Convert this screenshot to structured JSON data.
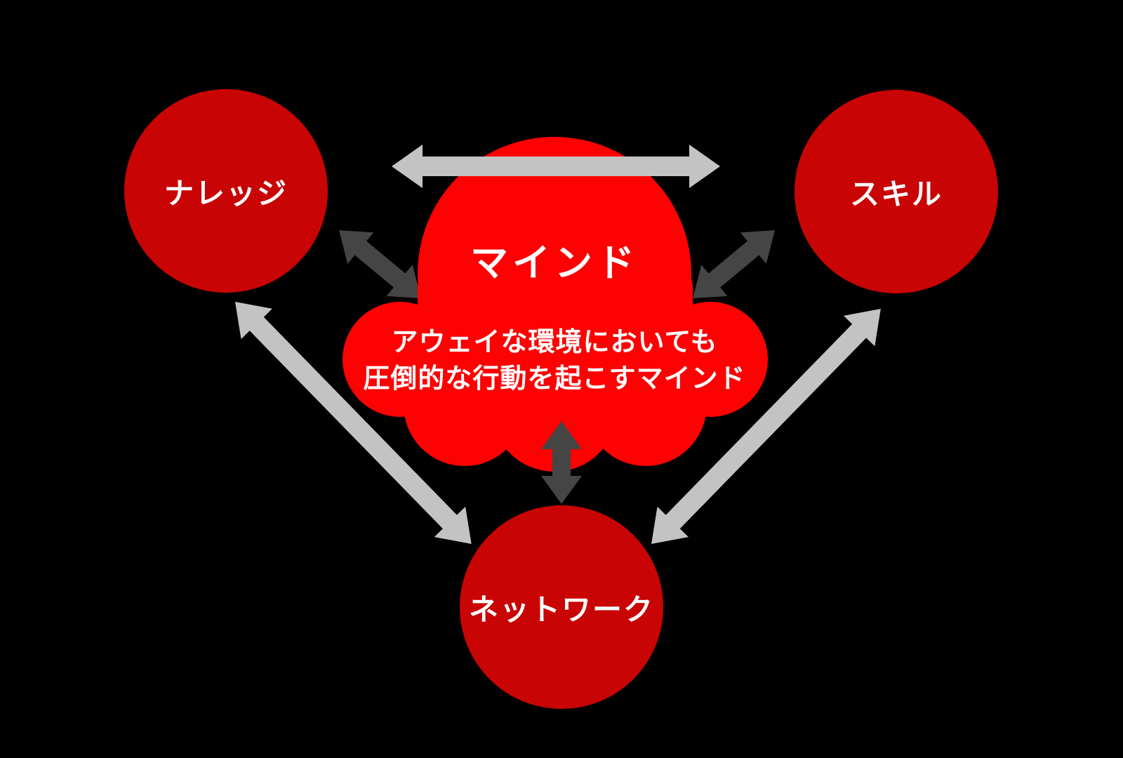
{
  "diagram": {
    "type": "relationship-diagram",
    "background_color": "#000000",
    "nodes": {
      "knowledge": {
        "label": "ナレッジ",
        "shape": "circle",
        "fill": "#c80404",
        "text_color": "#ffffff"
      },
      "skill": {
        "label": "スキル",
        "shape": "circle",
        "fill": "#c80404",
        "text_color": "#ffffff"
      },
      "network": {
        "label": "ネットワーク",
        "shape": "circle",
        "fill": "#c80404",
        "text_color": "#ffffff"
      },
      "mind": {
        "title": "マインド",
        "description": [
          "アウェイな環境においても",
          "圧倒的な行動を起こすマインド"
        ],
        "shape": "cloud",
        "fill": "#fc0202",
        "text_color": "#ffffff"
      }
    },
    "arrows": [
      {
        "id": "knowledge-skill",
        "between": [
          "ナレッジ",
          "スキル"
        ],
        "style": "double-headed",
        "color": "#c3c3c3"
      },
      {
        "id": "knowledge-network",
        "between": [
          "ナレッジ",
          "ネットワーク"
        ],
        "style": "double-headed",
        "color": "#c3c3c3"
      },
      {
        "id": "skill-network",
        "between": [
          "スキル",
          "ネットワーク"
        ],
        "style": "double-headed",
        "color": "#c3c3c3"
      },
      {
        "id": "mind-knowledge",
        "between": [
          "マインド",
          "ナレッジ"
        ],
        "style": "double-headed",
        "color": "#454545"
      },
      {
        "id": "mind-skill",
        "between": [
          "マインド",
          "スキル"
        ],
        "style": "double-headed",
        "color": "#454545"
      },
      {
        "id": "mind-network",
        "between": [
          "マインド",
          "ネットワーク"
        ],
        "style": "double-headed",
        "color": "#454545"
      }
    ],
    "colors": {
      "outer_arrow": "#c3c3c3",
      "inner_arrow": "#454545",
      "circle_fill": "#c80404",
      "cloud_fill": "#fc0202",
      "label_text": "#ffffff"
    }
  }
}
